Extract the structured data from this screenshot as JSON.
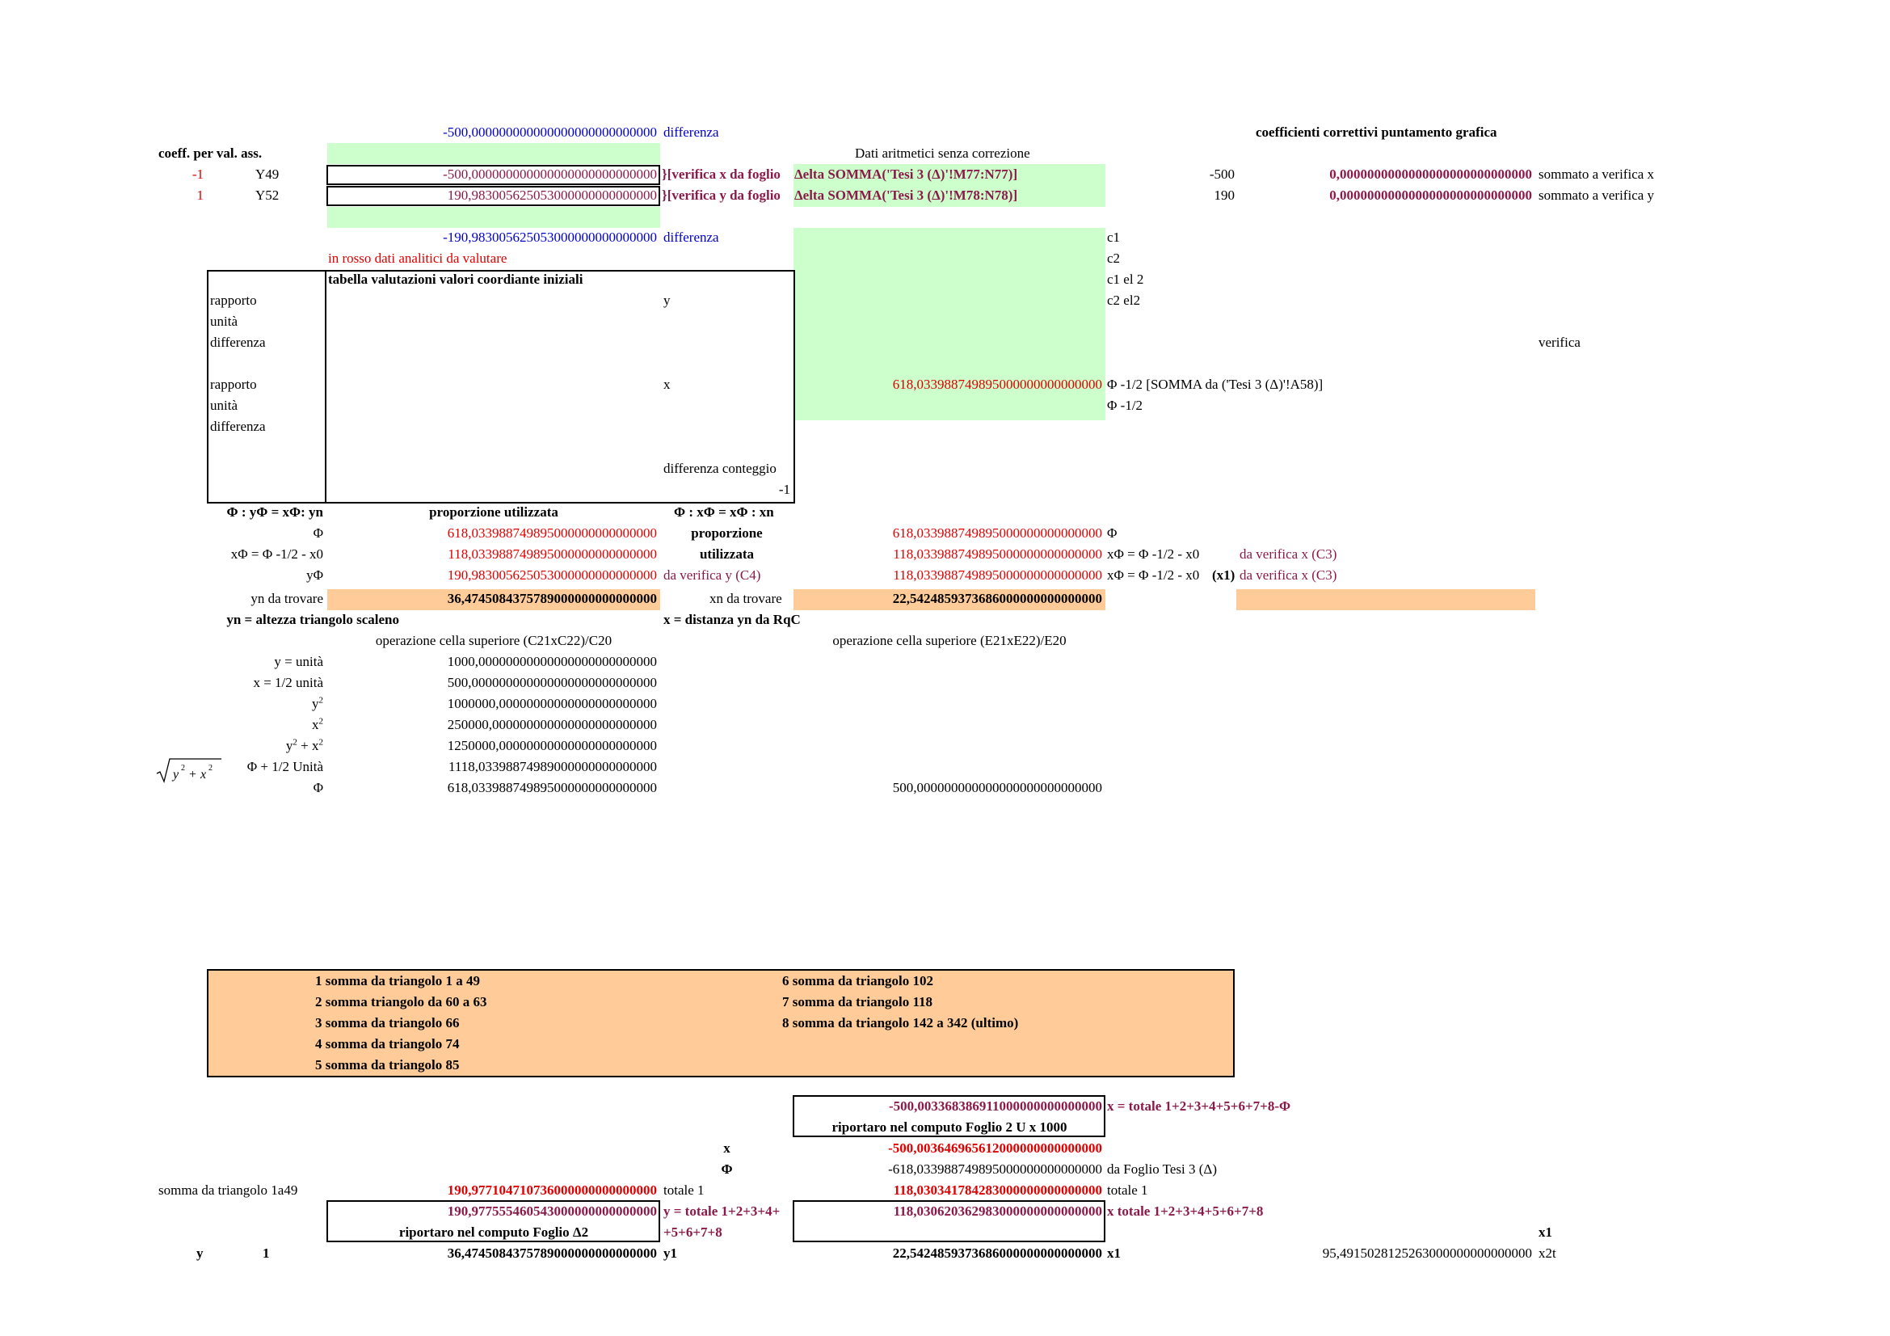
{
  "top": {
    "diff_top_value": "-500,000000000000000000000000000",
    "diff_top_label": "differenza",
    "coeff_title": "coefficienti correttivi puntamento grafica",
    "coeff_abs_label": "coeff. per val. ass.",
    "dati_label": "Dati aritmetici senza correzione",
    "row1": {
      "sign": "-1",
      "cell": "Y49",
      "value": "-500,000000000000000000000000000",
      "verifica": "}[verifica x da foglio",
      "formula": "Δelta SOMMA('Tesi 3 (Δ)'!M77:N77)]",
      "num": "-500",
      "coeff": "0,0000000000000000000000000000",
      "note": "sommato a verifica x"
    },
    "row2": {
      "sign": "1",
      "cell": "Y52",
      "value": "190,983005625053000000000000000",
      "verifica": "}[verifica y da foglio",
      "formula": "Δelta SOMMA('Tesi 3 (Δ)'!M78:N78)]",
      "num": "190",
      "coeff": "0,0000000000000000000000000000",
      "note": "sommato a verifica y"
    },
    "diff2_value": "-190,983005625053000000000000000",
    "diff2_label": "differenza",
    "c1": "c1",
    "c2": "c2",
    "c1el2": "c1 el 2",
    "c2el2": "c2 el2",
    "red_note": "in rosso dati analitici da valutare"
  },
  "table": {
    "title": "tabella valutazioni valori coordiante iniziali",
    "rapporto1": "rapporto",
    "unita1": "unità",
    "differenza1": "differenza",
    "y_label": "y",
    "rapporto2": "rapporto",
    "unita2": "unità",
    "differenza2": "differenza",
    "x_label": "x",
    "x_value": "618,033988749895000000000000000",
    "phi_formula": "Φ -1/2 [SOMMA da ('Tesi 3 (Δ)'!A58)]",
    "phi_half": "Φ -1/2",
    "verifica": "verifica",
    "diff_conteggio": "differenza conteggio",
    "minus1": "-1"
  },
  "prop": {
    "left_header": "Φ : yΦ = xΦ: yn",
    "prop_used": "proporzione utilizzata",
    "mid_header": "Φ : xΦ = xΦ : xn",
    "phi": "Φ",
    "phi_value": "618,033988749895000000000000000",
    "xphi_label": "xΦ = Φ -1/2 - x0",
    "xphi_value": "118,033988749895000000000000000",
    "yphi": "yΦ",
    "yphi_value": "190,983005625053000000000000000",
    "da_verifica_y": "da verifica y (C4)",
    "proporzione": "proporzione",
    "utilizzata": "utilizzata",
    "right_phi_value": "618,033988749895000000000000000",
    "right_xphi_value": "118,033988749895000000000000000",
    "right_xphi_value2": "118,033988749895000000000000000",
    "right_phi": "Φ",
    "right_xphi": "xΦ = Φ -1/2 - x0",
    "right_xphi2": "xΦ = Φ -1/2 - x0",
    "x1": "(x1)",
    "da_verifica_x1": "da verifica x (C3)",
    "da_verifica_x2": "da verifica x (C3)",
    "yn_label": "yn da trovare",
    "yn_value": "36,4745084375789000000000000000",
    "xn_label": "xn da trovare",
    "xn_value": "22,5424859373686000000000000000",
    "yn_def": "yn = altezza triangolo scaleno",
    "x_def": "x = distanza yn da RqC",
    "op_left": "operazione cella superiore (C21xC22)/C20",
    "op_right": "operazione cella superiore (E21xE22)/E20"
  },
  "calc": {
    "y_unita": "y = unità",
    "y_unita_v": "1000,00000000000000000000000000",
    "x_half": "x = 1/2 unità",
    "x_half_v": "500,000000000000000000000000000",
    "y2_v": "1000000,00000000000000000000000",
    "x2_v": "250000,000000000000000000000000",
    "y2x2_v": "1250000,00000000000000000000000",
    "phi_half_label": "Φ + 1/2 Unità",
    "phi_half_v": "1118,03398874989000000000000000",
    "phi_label": "Φ",
    "phi_v": "618,033988749895000000000000000",
    "phi_right_v": "500,000000000000000000000000000"
  },
  "summary": {
    "items_left": [
      "1 somma da triangolo 1 a 49",
      "2 somma triangolo da 60 a 63",
      "3 somma da triangolo 66",
      "4 somma da triangolo 74",
      "5 somma da triangolo 85"
    ],
    "items_right": [
      "6 somma da triangolo 102",
      "7 somma da triangolo 118",
      "8 somma da triangolo 142 a 342 (ultimo)"
    ]
  },
  "bottom": {
    "x_total_value": "-500,003368386911000000000000000",
    "x_total_label": "x = totale 1+2+3+4+5+6+7+8-Φ",
    "riportaro_u": "riportaro nel computo Foglio 2 U x 1000",
    "x_label": "x",
    "x_value": "-500,003646965612000000000000000",
    "phi_label": "Φ",
    "phi_value": "-618,033988749895000000000000000",
    "da_foglio": "da Foglio Tesi 3 (Δ)",
    "somma_label": "somma da triangolo 1a49",
    "somma_value": "190,977104710736000000000000000",
    "totale1": "totale 1",
    "totale1_value": "118,030341784283000000000000000",
    "totale1_right": "totale 1",
    "y_tot_value": "190,977555460543000000000000000",
    "y_tot_label": "y = totale 1+2+3+4+",
    "y_tot_label2": "+5+6+7+8",
    "x_tot_value": "118,030620362983000000000000000",
    "x_tot_label": "x totale 1+2+3+4+5+6+7+8",
    "riportaro_delta": "riportaro nel computo Foglio Δ2",
    "x1_right": "x1",
    "y_label": "y",
    "one": "1",
    "y1_value": "36,4745084375789000000000000000",
    "y1": "y1",
    "x1_value": "22,5424859373686000000000000000",
    "x1": "x1",
    "x2t_value": "95,4915028125263000000000000000",
    "x2t": "x2t"
  }
}
